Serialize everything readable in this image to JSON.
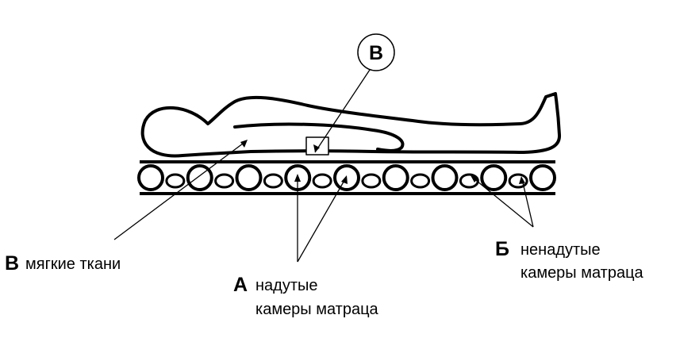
{
  "callout": {
    "letter": "B"
  },
  "labels": {
    "soft_tissue": {
      "key": "В",
      "text": "мягкие ткани"
    },
    "inflated": {
      "key": "А",
      "line1": "надутые",
      "line2": "камеры матраца"
    },
    "deflated": {
      "key": "Б",
      "line1": "ненадутые",
      "line2": "камеры матраца"
    }
  },
  "mattress": {
    "inflated_chambers": 9,
    "deflated_chambers": 8
  },
  "colors": {
    "stroke": "#000000",
    "background": "#ffffff"
  }
}
